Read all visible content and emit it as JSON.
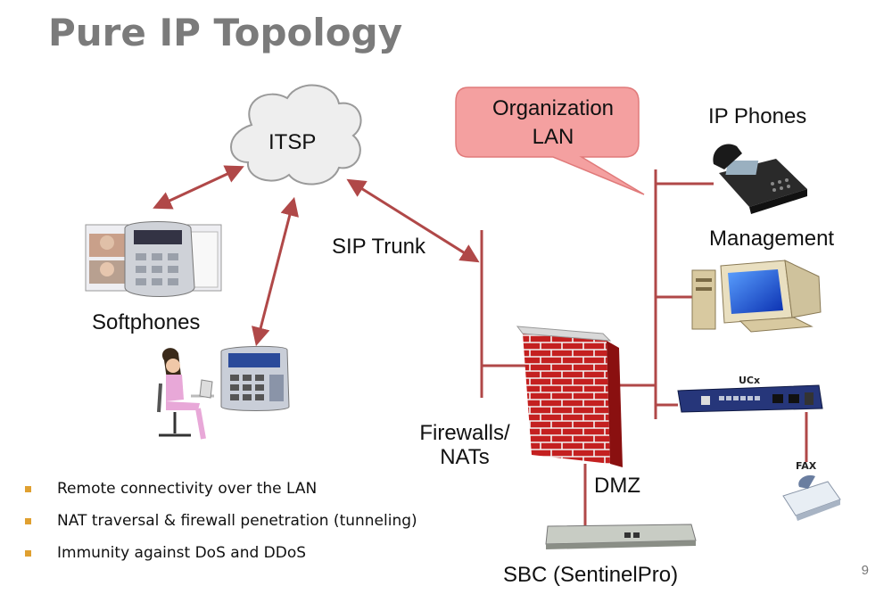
{
  "title": "Pure IP Topology",
  "labels": {
    "itsp": "ITSP",
    "org_lan_line1": "Organization",
    "org_lan_line2": "LAN",
    "ip_phones": "IP Phones",
    "management": "Management",
    "sip_trunk": "SIP Trunk",
    "softphones": "Softphones",
    "firewalls_line1": "Firewalls/",
    "firewalls_line2": "NATs",
    "dmz": "DMZ",
    "ucx": "UCx",
    "fax": "FAX",
    "sbc": "SBC (SentinelPro)"
  },
  "bullets": [
    "Remote connectivity over the LAN",
    "NAT traversal & firewall penetration (tunneling)",
    "Immunity against DoS and DDoS"
  ],
  "page_number": "9",
  "colors": {
    "link": "#b04848",
    "callout": "#f4a0a0",
    "bullet": "#e0a030",
    "title": "#7b7b7b"
  }
}
